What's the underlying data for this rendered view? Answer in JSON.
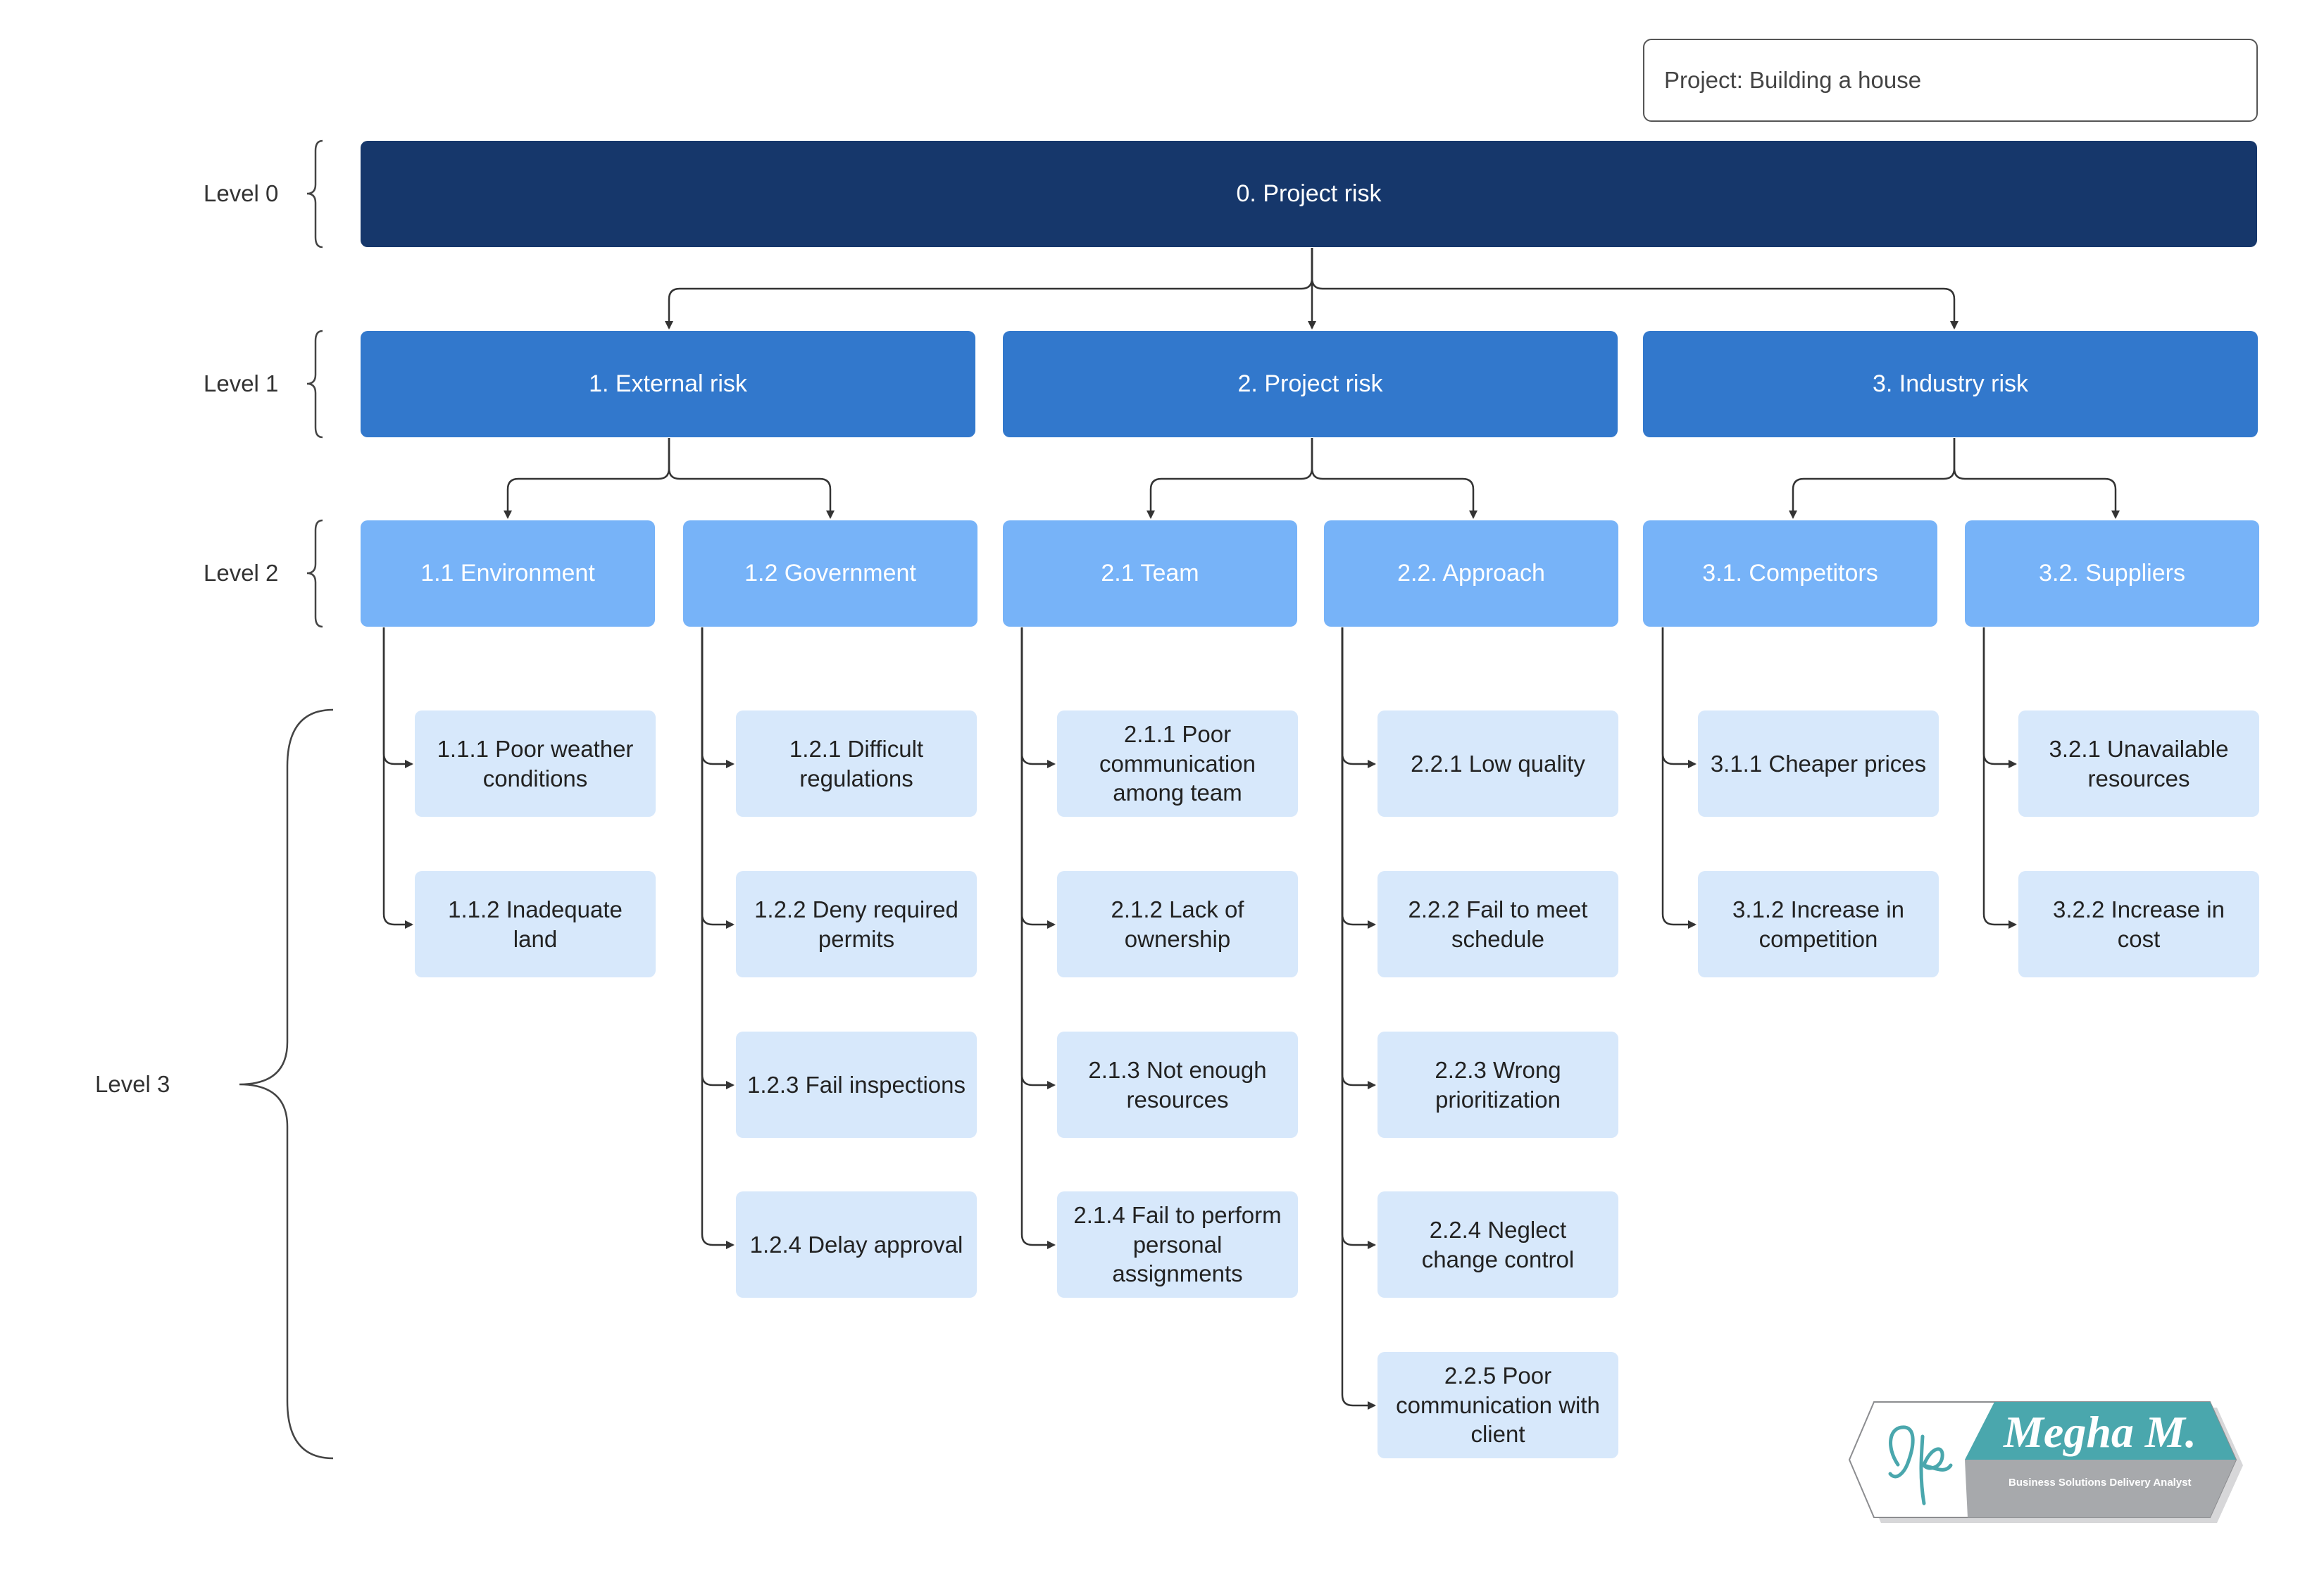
{
  "project_label": "Project: Building a house",
  "levels": [
    "Level 0",
    "Level 1",
    "Level 2",
    "Level 3"
  ],
  "root": "0. Project risk",
  "level1": [
    "1. External risk",
    "2. Project risk",
    "3. Industry risk"
  ],
  "level2": [
    "1.1 Environment",
    "1.2 Government",
    "2.1 Team",
    "2.2. Approach",
    "3.1. Competitors",
    "3.2. Suppliers"
  ],
  "level3": {
    "environment": [
      "1.1.1 Poor weather conditions",
      "1.1.2 Inadequate land"
    ],
    "government": [
      "1.2.1 Difficult regulations",
      "1.2.2 Deny required permits",
      "1.2.3 Fail inspections",
      "1.2.4 Delay approval"
    ],
    "team": [
      "2.1.1 Poor communication among team",
      "2.1.2 Lack of ownership",
      "2.1.3 Not enough resources",
      "2.1.4 Fail to perform personal assignments"
    ],
    "approach": [
      "2.2.1 Low quality",
      "2.2.2 Fail to meet schedule",
      "2.2.3 Wrong prioritization",
      "2.2.4 Neglect change control",
      "2.2.5 Poor communication with client"
    ],
    "competitors": [
      "3.1.1 Cheaper prices",
      "3.1.2 Increase in competition"
    ],
    "suppliers": [
      "3.2.1 Unavailable resources",
      "3.2.2 Increase in cost"
    ]
  },
  "logo": {
    "name": "Megha M.",
    "subtitle": "Business Solutions Delivery Analyst"
  },
  "colors": {
    "level0": "#16376b",
    "level1": "#3278cc",
    "level2": "#77b3f8",
    "level3": "#d7e8fb",
    "logo_teal": "#4aa7ad",
    "logo_gray": "#a7a9ac"
  }
}
